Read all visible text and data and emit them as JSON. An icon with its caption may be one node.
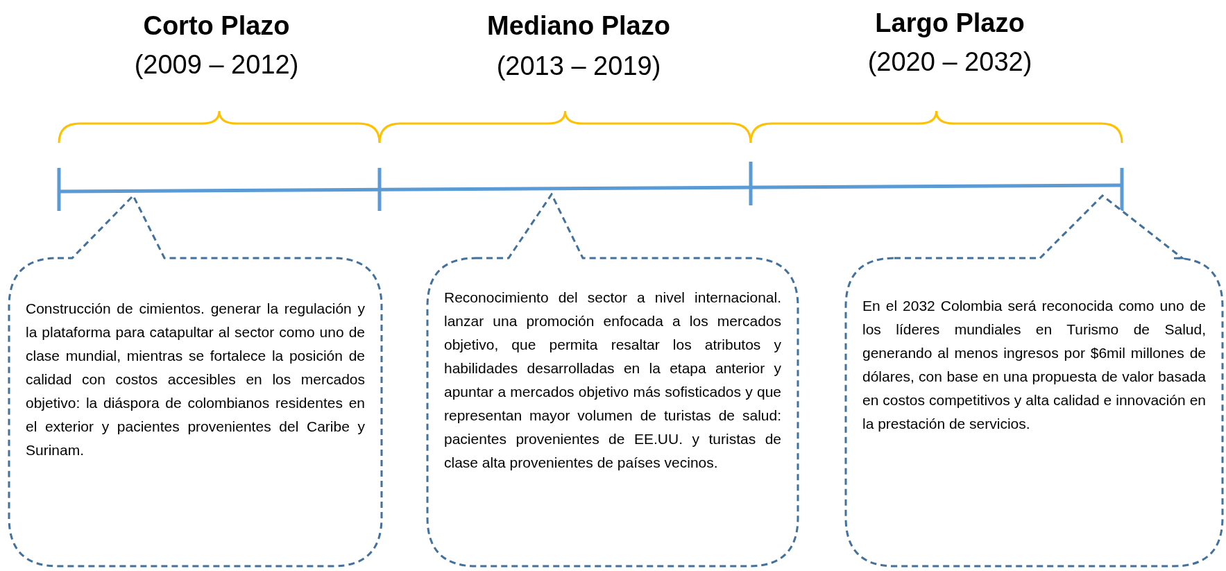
{
  "diagram": {
    "nodes": [
      {
        "text": [
          "Construcción de cimientos. generar la regulación y la plataforma para catapultar al sector como uno de clase mundial, mientras se fortalece la posición de calidad con costos accesibles en los mercados objetivo: la diáspora de colombianos residentes en el exterior y pacientes provenientes del Caribe y Surinam."
        ]
      },
      {
        "text": [
          "Reconocimiento del sector a nivel internacional. lanzar una promoción enfocada a los mercados objetivo, que permita resaltar los atributos y habilidades desarrolladas en la etapa anterior y apuntar a mercados objetivo más sofisticados y que representan mayor volumen de turistas de salud: pacientes provenientes de EE.UU. y turistas de clase alta provenientes de países vecinos."
        ]
      },
      {
        "text": [
          "En el 2032 Colombia será reconocida como uno de los líderes mundiales en Turismo de Salud, generando al menos ingresos por $6mil millones de dólares, con base en una propuesta de valor basada en costos competitivos y alta calidad e innovación en la prestación de servicios."
        ]
      }
    ],
    "labels": [
      "Corto Plazo",
      "(2009 – 2012)",
      "Mediano Plazo",
      "(2013 – 2019)",
      "Largo Plazo",
      "(2020 – 2032)"
    ]
  }
}
